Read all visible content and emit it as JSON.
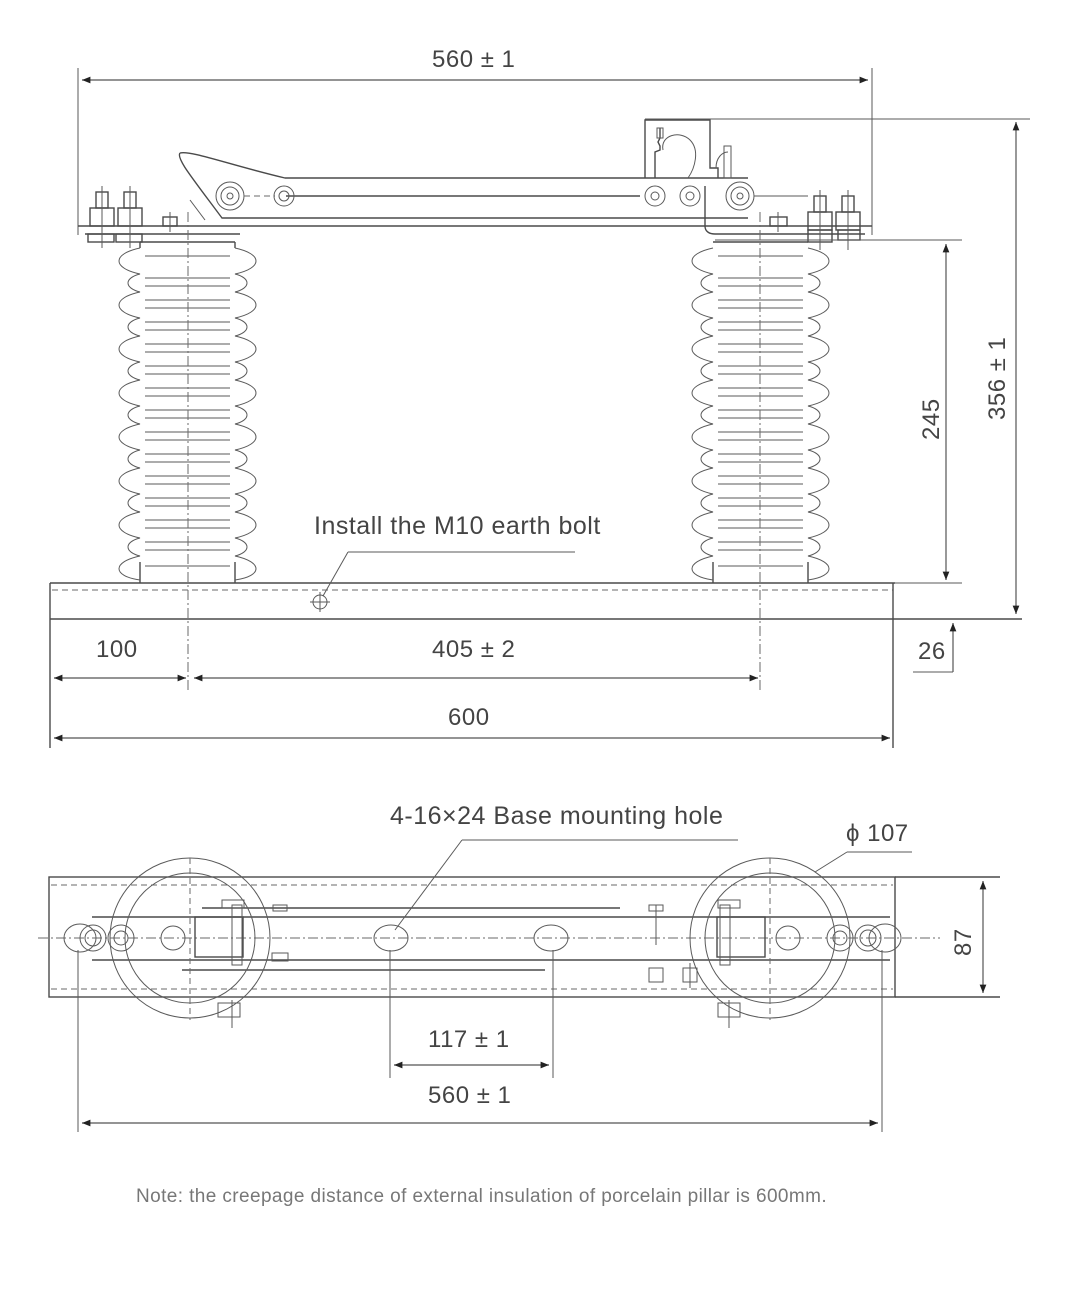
{
  "front_view": {
    "dimensions": {
      "top_width": "560 ± 1",
      "insulator_height": "245",
      "overall_height": "356 ± 1",
      "base_thickness": "26",
      "left_offset": "100",
      "pillar_spacing": "405 ± 2",
      "base_length": "600"
    },
    "annotations": {
      "earth_bolt": "Install the M10 earth bolt"
    }
  },
  "top_view": {
    "dimensions": {
      "hole_spacing": "117 ± 1",
      "overall_width": "560 ± 1",
      "base_width": "87",
      "pillar_diameter": "ϕ 107"
    },
    "annotations": {
      "mounting_hole": "4-16×24 Base mounting hole"
    }
  },
  "note": "Note: the creepage distance of external insulation of porcelain pillar is 600mm.",
  "colors": {
    "line": "#4a4a4a",
    "text": "#444444",
    "note_text": "#777777",
    "background": "#ffffff"
  }
}
